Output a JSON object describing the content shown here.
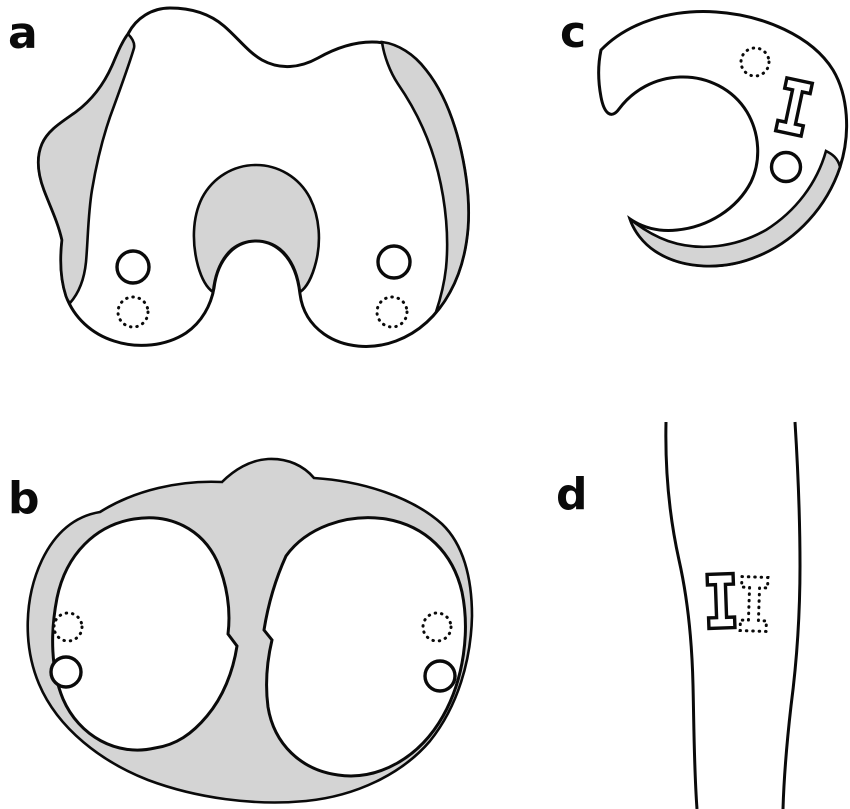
{
  "figure": {
    "background_color": "#ffffff",
    "outline_color": "#0a0a0a",
    "shading_color": "#d4d4d4"
  },
  "panels": {
    "a": {
      "label": "a",
      "subject": "distal-femur-outline",
      "markers": [
        "solid-circle-left",
        "dotted-circle-left",
        "solid-circle-right",
        "dotted-circle-right"
      ]
    },
    "b": {
      "label": "b",
      "subject": "tibial-plateau-outline",
      "markers": [
        "dotted-circle-left",
        "solid-circle-left",
        "dotted-circle-right",
        "solid-circle-right"
      ]
    },
    "c": {
      "label": "c",
      "subject": "patella-axial-outline",
      "markers": [
        "dotted-circle",
        "ibeam-solid",
        "solid-circle"
      ]
    },
    "d": {
      "label": "d",
      "subject": "bone-shaft-outline",
      "markers": [
        "ibeam-solid",
        "ibeam-dotted"
      ]
    }
  }
}
